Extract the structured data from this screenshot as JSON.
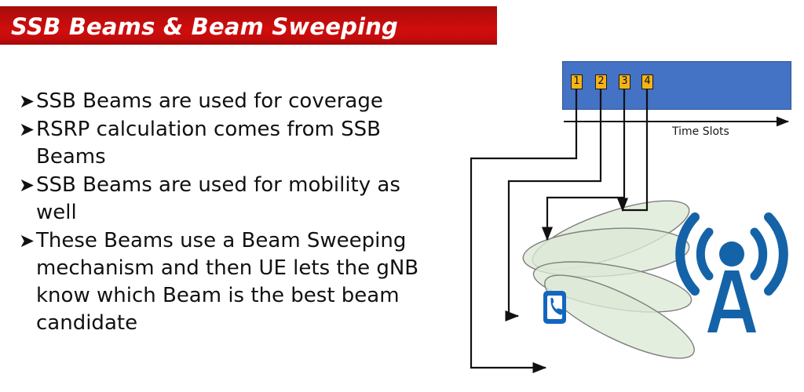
{
  "slide": {
    "title": "SSB Beams & Beam Sweeping",
    "banner_color": "#bd0c0c",
    "bullet_marker": "➤",
    "bullets": [
      "SSB Beams are used for coverage",
      "RSRP calculation comes from SSB Beams",
      "SSB Beams are used for mobility as well",
      "These Beams use a Beam Sweeping mechanism and then UE lets the gNB know which Beam is the best beam candidate"
    ]
  },
  "diagram": {
    "time_axis_label": "Time Slots",
    "timebar_color": "#4472C4",
    "slot_color": "#F5B317",
    "beam_fill": "#DCE9D5",
    "beam_stroke": "#7F7F7F",
    "tower_color": "#1463A8",
    "phone_color": "#1266C0",
    "slots": [
      {
        "label": "1"
      },
      {
        "label": "2"
      },
      {
        "label": "3"
      },
      {
        "label": "4"
      }
    ],
    "beams": [
      {
        "name": "beam-1"
      },
      {
        "name": "beam-2"
      },
      {
        "name": "beam-3"
      },
      {
        "name": "beam-4"
      }
    ],
    "icons": {
      "tower": "cell-tower-icon",
      "ue": "mobile-phone-icon"
    }
  }
}
